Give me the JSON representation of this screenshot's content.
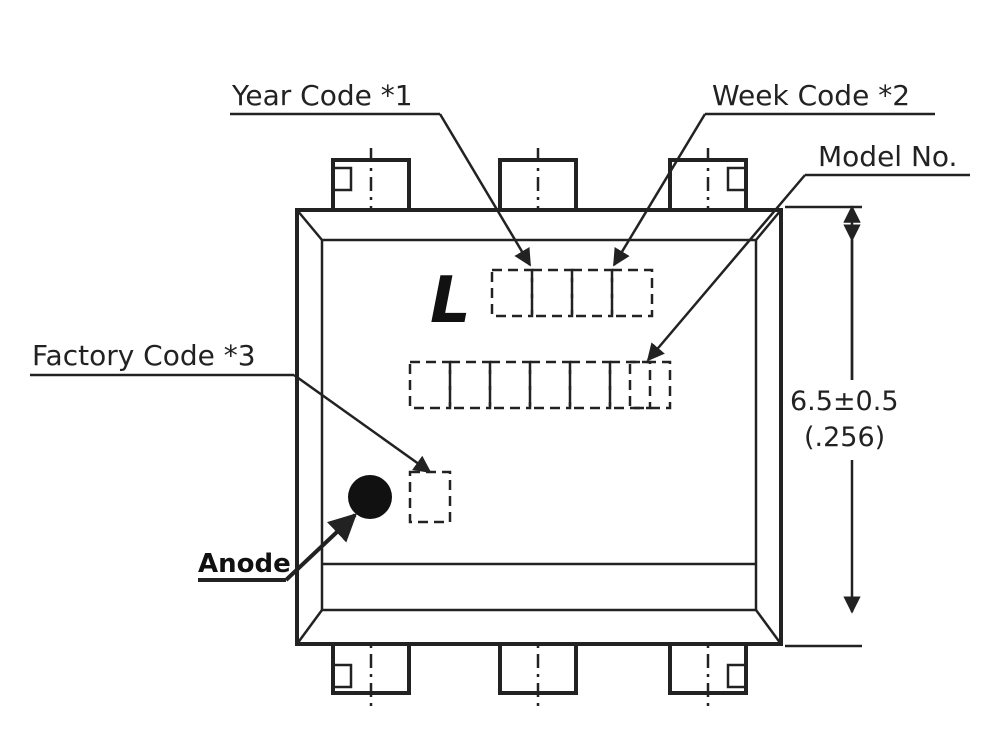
{
  "labels": {
    "year_code": "Year Code *1",
    "week_code": "Week Code *2",
    "model_no": "Model No.",
    "factory_code": "Factory Code *3",
    "anode": "Anode"
  },
  "logo_mark": "L",
  "dimension": {
    "value": "6.5±0.5",
    "inch": "(.256)"
  },
  "colors": {
    "line": "#222222",
    "background": "#ffffff"
  }
}
